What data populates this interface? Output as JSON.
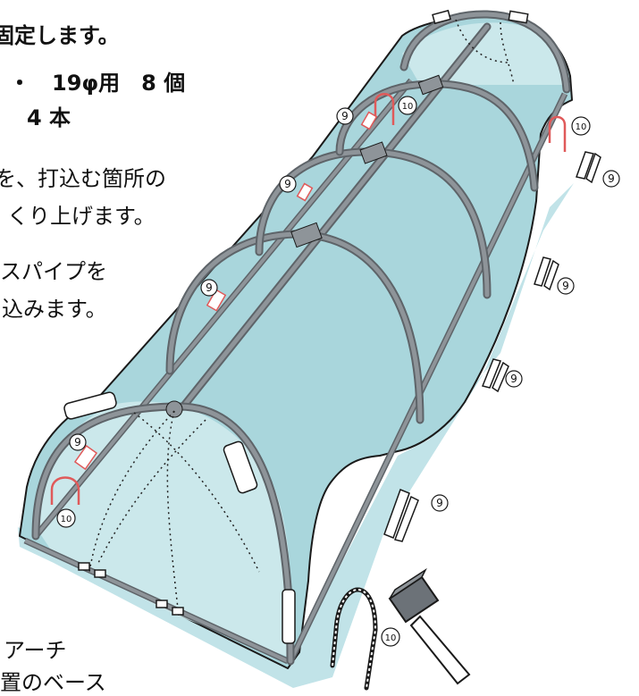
{
  "text": {
    "line1": "固定します。",
    "line2": "・　19φ用　8 個",
    "line3": "4 本",
    "line4": "を、打込む箇所の",
    "line5": "くり上げます。",
    "line6": "スパイプを",
    "line7": "込みます。",
    "line8": "アーチ",
    "line9": "置のベース"
  },
  "callouts": {
    "nine": "9",
    "ten": "10"
  },
  "colors": {
    "cover": "#a9d6dc",
    "cover_light": "#d3ecef",
    "frame": "#8e9499",
    "frame_dark": "#5e6469",
    "ground": "#c1e3e8",
    "peg_red": "#e05a5a"
  }
}
